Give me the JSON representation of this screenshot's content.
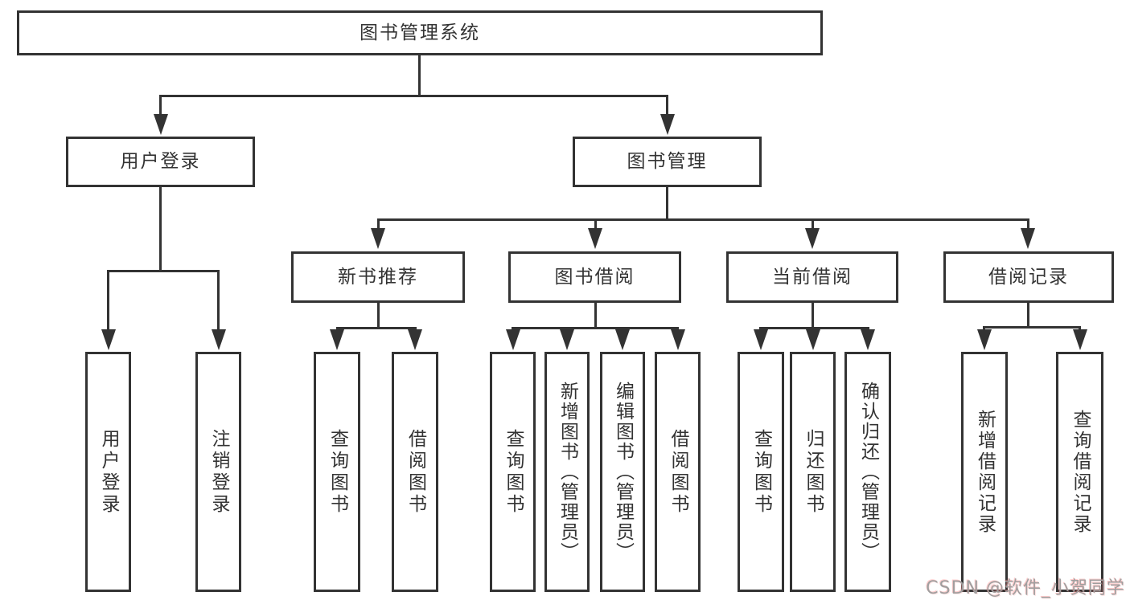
{
  "colors": {
    "line": "#333333",
    "box_border": "#333333",
    "box_fill": "#ffffff",
    "text": "#333333",
    "watermark_text": "#9f9f9f"
  },
  "diagram": {
    "title": "图书管理系统",
    "level2": [
      {
        "label": "用户登录"
      },
      {
        "label": "图书管理"
      }
    ],
    "level3": [
      {
        "label": "新书推荐"
      },
      {
        "label": "图书借阅"
      },
      {
        "label": "当前借阅"
      },
      {
        "label": "借阅记录"
      }
    ],
    "leaves": {
      "login": [
        "用户登录",
        "注销登录"
      ],
      "recommend": [
        "查询图书",
        "借阅图书"
      ],
      "borrow": [
        "查询图书",
        "新增图书（管理员）",
        "编辑图书（管理员）",
        "借阅图书"
      ],
      "current": [
        "查询图书",
        "归还图书",
        "确认归还（管理员）"
      ],
      "records": [
        "新增借阅记录",
        "查询借阅记录"
      ]
    }
  },
  "watermark": {
    "text": "CSDN @软件_小贺同学"
  }
}
